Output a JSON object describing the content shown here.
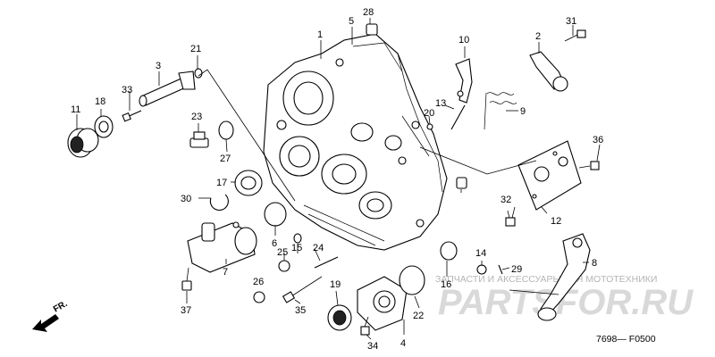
{
  "diagram": {
    "watermark_caption": "ЗАПЧАСТИ И АКСЕССУАРЫ ДЛЯ МОТОТЕХНИКИ",
    "watermark_logo": "PARTSFOR.RU",
    "figure_code": "7698— F0500",
    "direction_label": "FR.",
    "part_labels": {
      "p1": "1",
      "p2": "2",
      "p3": "3",
      "p4": "4",
      "p5": "5",
      "p6": "6",
      "p7": "7",
      "p8": "8",
      "p9": "9",
      "p10": "10",
      "p11": "11",
      "p12": "12",
      "p13": "13",
      "p14": "14",
      "p15": "15",
      "p16": "16",
      "p17": "17",
      "p18": "18",
      "p19": "19",
      "p20": "20",
      "p21": "21",
      "p22": "22",
      "p23": "23",
      "p24": "24",
      "p25": "25",
      "p26": "26",
      "p27": "27",
      "p28": "28",
      "p29": "29",
      "p30": "30",
      "p31": "31",
      "p32": "32",
      "p33": "33",
      "p34": "34",
      "p35": "35",
      "p36": "36",
      "p37": "37"
    }
  }
}
